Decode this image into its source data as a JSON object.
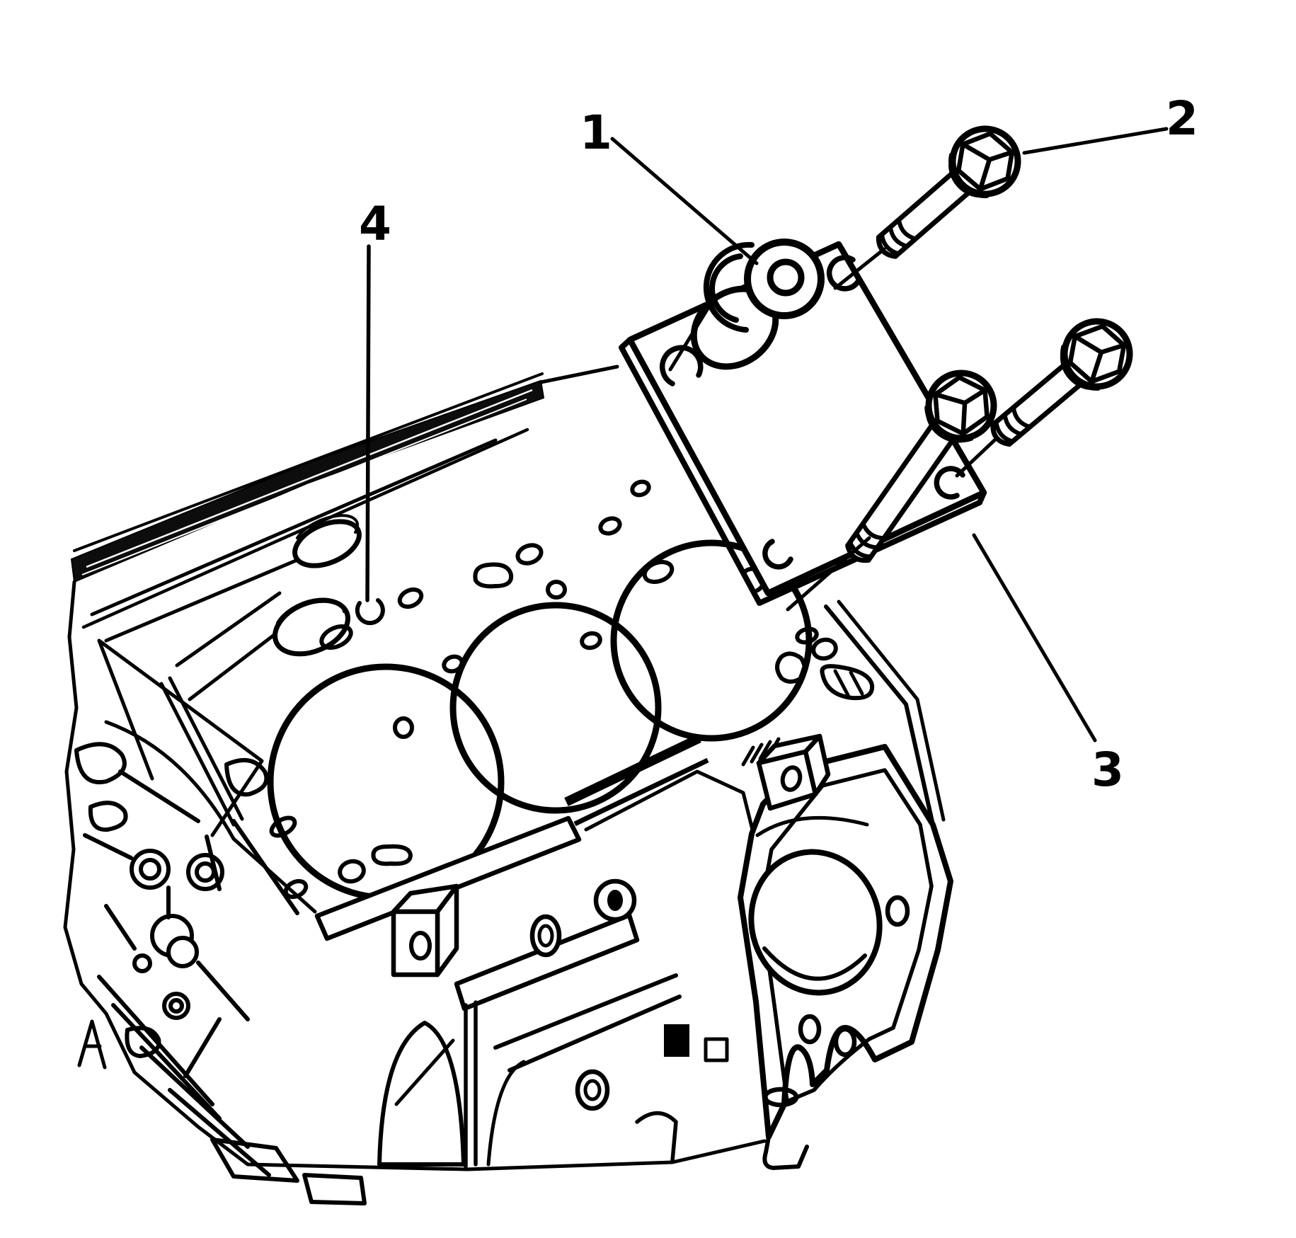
{
  "figure": {
    "kind": "exploded-parts-line-illustration",
    "colors": {
      "line": "#000000",
      "background": "#ffffff"
    },
    "callouts": [
      {
        "label": "1"
      },
      {
        "label": "2"
      },
      {
        "label": "3"
      },
      {
        "label": "4"
      }
    ],
    "parts": [
      "threaded-plug",
      "flange-bolt",
      "sealing-plate",
      "cylinder-head-gasket",
      "engine-cylinder-block"
    ]
  }
}
